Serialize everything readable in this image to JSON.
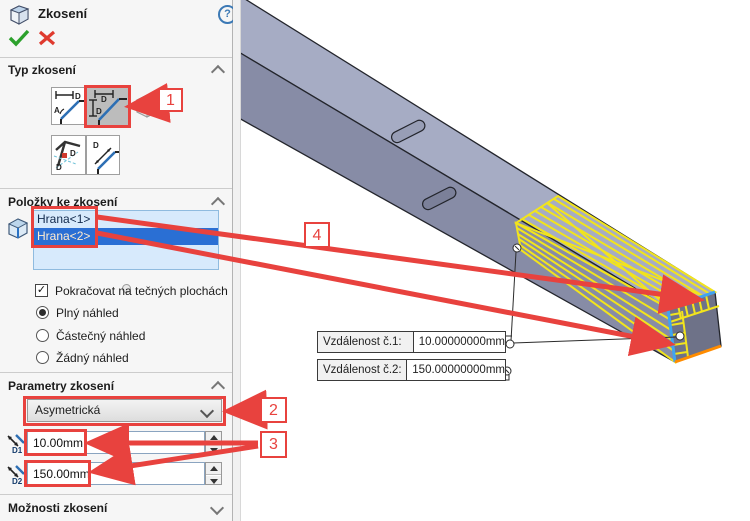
{
  "colors": {
    "accent_red": "#e8423e",
    "selection_blue": "#2a6fd4",
    "preview_yellow": "#f2e41c",
    "edge_cyan": "#3fa4f0",
    "edge_orange": "#ff8c00",
    "beam_top": "#a6acc4",
    "beam_side": "#878ca6",
    "beam_end": "#6e7288"
  },
  "panel": {
    "title": "Zkosení",
    "help_label": "?",
    "sections": {
      "type": {
        "label": "Typ zkosení"
      },
      "items": {
        "label": "Položky ke zkosení",
        "list": [
          "Hrana<1>",
          "Hrana<2>"
        ],
        "checkbox_label": "Pokračovat na tečných plochách",
        "radio_full": "Plný náhled",
        "radio_partial": "Částečný náhled",
        "radio_none": "Žádný náhled"
      },
      "params": {
        "label": "Parametry zkosení",
        "dropdown_value": "Asymetrická",
        "d1_label": "D1",
        "d1_value": "10.00mm",
        "d2_label": "D2",
        "d2_value": "150.00mm"
      },
      "options": {
        "label": "Možnosti zkosení"
      }
    }
  },
  "viewport": {
    "callouts": [
      {
        "label": "Vzdálenost č.1:",
        "value": "10.00000000mm"
      },
      {
        "label": "Vzdálenost č.2:",
        "value": "150.00000000mm"
      }
    ],
    "annotations": {
      "n1": "1",
      "n2": "2",
      "n3": "3",
      "n4": "4"
    }
  }
}
